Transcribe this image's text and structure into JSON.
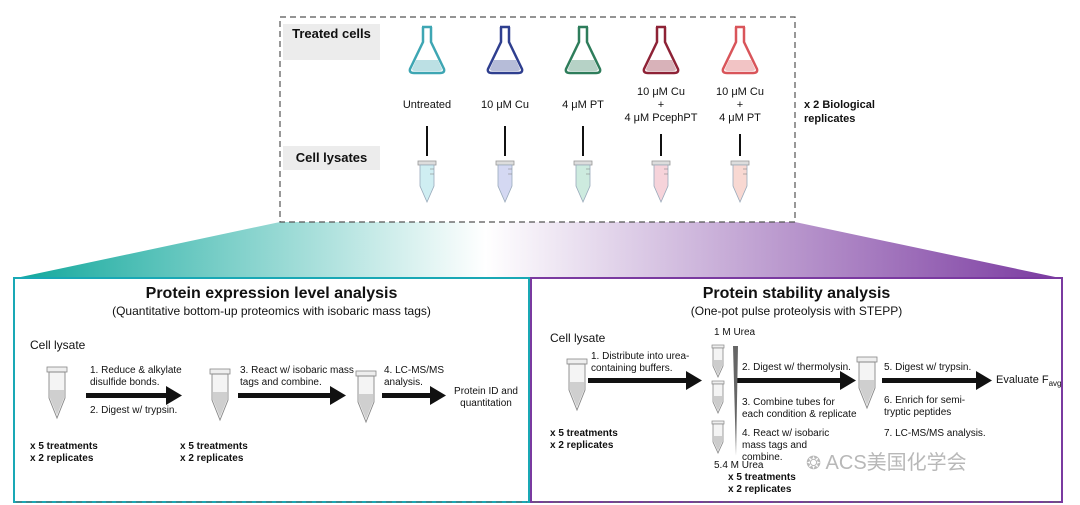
{
  "top": {
    "treated_cells": "Treated cells",
    "cell_lysates": "Cell lysates",
    "replicates_note": "x 2 Biological replicates",
    "conditions": [
      {
        "label": "Untreated",
        "color": "#3ea6b3"
      },
      {
        "label": "10 μM Cu",
        "color": "#2f3f8f"
      },
      {
        "label": "4 μM PT",
        "color": "#2e7d5b"
      },
      {
        "label": "10 μM Cu + 4 μM PcephPT",
        "color": "#8e2236"
      },
      {
        "label": "10 μM Cu + 4 μM PT",
        "color": "#d9555a"
      }
    ],
    "tube_colors": [
      "#cfeef2",
      "#d4d8f2",
      "#cdebdf",
      "#f6d3da",
      "#f8d8d2"
    ]
  },
  "left_panel": {
    "title": "Protein expression level analysis",
    "subtitle": "(Quantitative bottom-up proteomics with isobaric mass tags)",
    "cell_lysate": "Cell lysate",
    "step1": "1. Reduce & alkylate disulfide bonds.",
    "step2": "2. Digest w/ trypsin.",
    "step3": "3. React w/ isobaric mass tags and combine.",
    "step4": "4. LC-MS/MS analysis.",
    "result": "Protein ID and quantitation",
    "treatments": "x 5 treatments",
    "replicates": "x 2 replicates",
    "treatments_b": "x 5 treatments",
    "replicates_b": "x 2 replicates",
    "accent": "#14a39a"
  },
  "right_panel": {
    "title": "Protein stability analysis",
    "subtitle": "(One-pot pulse proteolysis with STEPP)",
    "cell_lysate": "Cell lysate",
    "step1": "1. Distribute into urea-containing buffers.",
    "urea_top": "1 M Urea",
    "urea_bottom": "5.4 M Urea",
    "step2": "2. Digest w/ thermolysin.",
    "step3": "3. Combine tubes for each condition & replicate",
    "step4": "4. React w/ isobaric mass tags and combine.",
    "step5": "5. Digest w/ trypsin.",
    "step6": "6. Enrich for semi-tryptic peptides",
    "step7": "7. LC-MS/MS analysis.",
    "evaluate": "Evaluate F",
    "evaluate_sub": "avg",
    "treatments": "x 5 treatments",
    "replicates": "x 2 replicates",
    "treatments_b": "x 5 treatments",
    "replicates_b": "x 2 replicates",
    "accent": "#7b3fa0"
  },
  "watermark": "ACS美国化学会"
}
